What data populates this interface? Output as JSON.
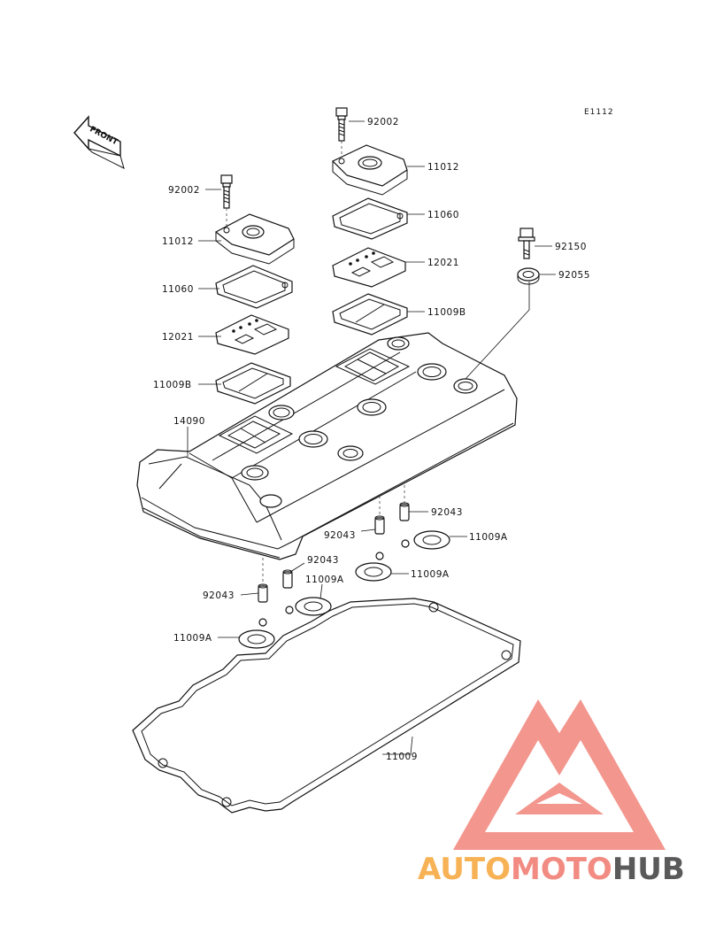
{
  "diagram_code": "E1112",
  "front_label": "FRONT",
  "labels": {
    "bolt_left": "92002",
    "cap_left": "11012",
    "gasket_left": "11060",
    "plate_left": "12021",
    "gasket_b_left": "11009B",
    "cover": "14090",
    "bolt_right": "92002",
    "cap_right": "11012",
    "gasket_right": "11060",
    "plate_right": "12021",
    "gasket_b_right": "11009B",
    "bolt_shoulder": "92150",
    "washer": "92055",
    "collar_1": "92043",
    "collar_2": "92043",
    "collar_3": "92043",
    "collar_4": "92043",
    "seal_1": "11009A",
    "seal_2": "11009A",
    "seal_3": "11009A",
    "seal_4": "11009A",
    "main_gasket": "11009"
  },
  "watermark": {
    "part1": "AUTO",
    "part2": "MOTO",
    "part3": "HUB",
    "color1": "#f7b255",
    "color2": "#f28b82",
    "color3": "#5a5a5a",
    "logo_color": "#f28b82"
  }
}
